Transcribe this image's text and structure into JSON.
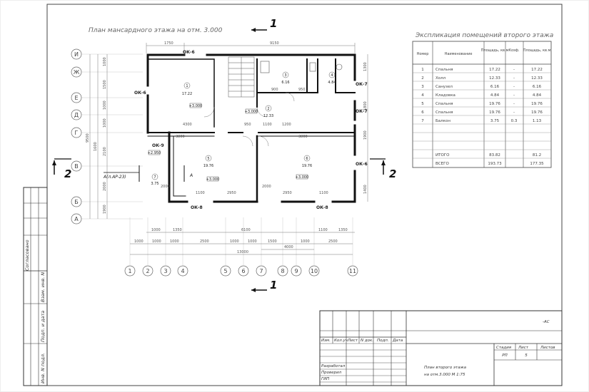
{
  "plan_title": "План мансардного этажа на отм. 3.000",
  "schedule": {
    "title": "Экспликация помещений второго этажа",
    "headers": [
      "Номер",
      "Наименование",
      "Площадь, кв.м",
      "Коэф.",
      "Площадь, кв.м"
    ],
    "rows": [
      [
        "1",
        "Спальня",
        "17.22",
        "-",
        "17.22"
      ],
      [
        "2",
        "Холл",
        "12.33",
        "-",
        "12.33"
      ],
      [
        "3",
        "Санузел",
        "6.16",
        "-",
        "6.16"
      ],
      [
        "4",
        "Кладовка",
        "4.84",
        "-",
        "4.84"
      ],
      [
        "5",
        "Спальня",
        "19.76",
        "-",
        "19.76"
      ],
      [
        "6",
        "Спальня",
        "19.76",
        "-",
        "19.76"
      ],
      [
        "7",
        "Балкон",
        "3.75",
        "0.3",
        "1.13"
      ]
    ],
    "total": [
      "ИТОГО",
      "83.82",
      "81.2"
    ],
    "all": [
      "ВСЕГО",
      "193.73",
      "177.35"
    ]
  },
  "sections": {
    "s1_top": "1",
    "s1_bottom": "1",
    "s2_left": "2",
    "s2_right": "2",
    "elev_a": "A(л.AP-23)",
    "elev_a_short": "A"
  },
  "axes": {
    "rows": [
      "И",
      "Ж",
      "Е",
      "Д",
      "Г",
      "В",
      "Б",
      "А"
    ],
    "cols": [
      "1",
      "2",
      "3",
      "4",
      "5",
      "6",
      "7",
      "8",
      "9",
      "10",
      "11"
    ]
  },
  "windows": {
    "ok6_top": "ОК-6",
    "ok6_left": "ОК-6",
    "ok7_a": "ОК-7",
    "ok7_b": "ОК-7",
    "ok6_right": "ОК-6",
    "ok9": "ОК-9",
    "ok8_a": "ОК-8",
    "ok8_b": "ОК-8"
  },
  "rooms": {
    "r1_no": "1",
    "r1_area": "17.22",
    "r2_no": "2",
    "r2_area": "12.33",
    "r3_no": "3",
    "r3_area": "6.16",
    "r4_no": "4",
    "r4_area": "4.84",
    "r5_no": "5",
    "r5_area": "19.76",
    "r6_no": "6",
    "r6_area": "19.76",
    "r7_no": "7",
    "r7_area": "3.75",
    "level": "+3.000",
    "balcony_level": "+2.950"
  },
  "dims": {
    "top": [
      "1750",
      "9150"
    ],
    "bottom_a": [
      "1000",
      "1350",
      "6100",
      "1100",
      "1350"
    ],
    "bottom_b": [
      "1000",
      "1000",
      "1000",
      "2500",
      "1000",
      "1000",
      "1500",
      "1000",
      "2500"
    ],
    "bottom_sub": "4000",
    "bottom_total": "13000",
    "left": [
      "1000",
      "1500",
      "1000",
      "1000",
      "1600",
      "2100",
      "2000",
      "1900"
    ],
    "left_total": "9500",
    "right": [
      "1300",
      "1800",
      "1900",
      "1400"
    ],
    "interior": [
      "3800",
      "3800",
      "1100",
      "2950",
      "2950",
      "1100",
      "4300",
      "900",
      "950",
      "950",
      "1100",
      "1200",
      "2000",
      "2000"
    ]
  },
  "sidebar": {
    "approved": "Согласовано",
    "f1": "Взам. инв. N",
    "f2": "Подп. и дата",
    "f3": "Инв. N подл."
  },
  "stamp": {
    "code": "-АС",
    "cols": [
      "Изм.",
      "Кол.уч",
      "Лист",
      "N док.",
      "Подп.",
      "Дата"
    ],
    "roles": [
      "Разработал",
      "Проверил",
      "ГИП"
    ],
    "stage_h": "Стадия",
    "sheet_h": "Лист",
    "sheets_h": "Листов",
    "stage": "РП",
    "sheet": "5",
    "sheets": "",
    "sheet_title_1": "План второго этажа",
    "sheet_title_2": "на отм.3.000 М 1:75"
  }
}
